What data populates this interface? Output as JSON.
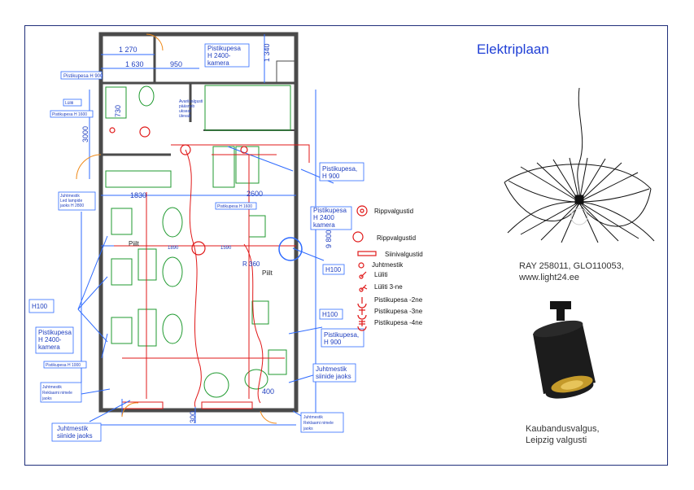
{
  "title": "Elektriplaan",
  "legend": [
    {
      "label": "Rippvalgustid"
    },
    {
      "label": "Rippvalgustid"
    },
    {
      "label": "Siinivalgustid"
    },
    {
      "label": "Juhtmestik"
    },
    {
      "label": "Lüliti"
    },
    {
      "label": "Lüliti 3-ne"
    },
    {
      "label": "Pistikupesa -2ne"
    },
    {
      "label": "Pistikupesa -3ne"
    },
    {
      "label": "Pistikupesa -4ne"
    }
  ],
  "product_1": {
    "line1": "RAY 258011, GLO110053,",
    "line2": "www.light24.ee"
  },
  "product_2": {
    "line1": "Kaubandusvalgus,",
    "line2": "Leipzig valgusti"
  },
  "callouts": {
    "pistikupesa_h900_a": "Pistikupesa H 900",
    "pistikupesa_h2400_top_1": "Pistikupesa",
    "pistikupesa_h2400_top_2": "H 2400-",
    "pistikupesa_h2400_top_3": "kamera",
    "liliti": "Lüliti",
    "pistikupesa_h1600": "Pistikupesa H 1600",
    "avariivalgusti_1": "Avariivalgusti",
    "avariivalgusti_2": "pääsneb",
    "avariivalgusti_3": "ukseat",
    "avariivalgusti_4": "ülevalt",
    "pistikupesa_h900_r1": "Pistikupesa,",
    "pistikupesa_h900_r2": "H 900",
    "juhtmestik_led_1": "Juhtmestik",
    "juhtmestik_led_2": "Led lampide",
    "juhtmestik_led_3": "jaoks H 2800",
    "pistikupesa_h1600_mid": "Pistikupesa H 1600",
    "pistikupesa_h2400_r1": "Pistikupesa",
    "pistikupesa_h2400_r2": "H 2400",
    "pistikupesa_h2400_r3": "kamera",
    "h100_right": "H100",
    "piilt_1": "Piilt",
    "piilt_2": "Piilt",
    "r360": "R 360",
    "h100_left": "H100",
    "pistikupesa_left_1": "Pistikupesa",
    "pistikupesa_left_2": "H 2400-",
    "pistikupesa_left_3": "kamera",
    "h100_right2": "H100",
    "pistikupesa_h900_r3": "Pistikupesa,",
    "pistikupesa_h900_r4": "H 900",
    "pistikupesa_h1000": "Pistikupesa H 1000",
    "juhtmestik_reklaam_1": "Juhtmestik",
    "juhtmestik_reklaam_2": "Reklaami nimele",
    "juhtmestik_reklaam_3": "jaoks",
    "juhtmestik_siinide_r1": "Juhtmestik",
    "juhtmestik_siinide_r2": "siinide jaoks",
    "juhtmestik_siinide_l1": "Juhtmestik",
    "juhtmestik_siinide_l2": "siinide jaoks",
    "juhtmestik_reklaam_b1": "Juhtmestik",
    "juhtmestik_reklaam_b2": "Reklaami nimele",
    "juhtmestik_reklaam_b3": "jaoks"
  },
  "dimensions": {
    "d1270": "1 270",
    "d1630": "1 630",
    "d950": "950",
    "d1340": "1 340",
    "d3000": "3000",
    "d1830": "1830",
    "d2600": "2600",
    "d9800": "9 800",
    "d1590": "1590",
    "d1890": "1890",
    "d400": "400",
    "d300": "300",
    "d730": "730"
  },
  "colors": {
    "wall": "#4a4a4a",
    "dim_blue": "#2f6bff",
    "wire_red": "#e01818",
    "furniture_green": "#1f9a2f",
    "title_blue": "#1f3fd6",
    "orange": "#ef8a1a"
  }
}
